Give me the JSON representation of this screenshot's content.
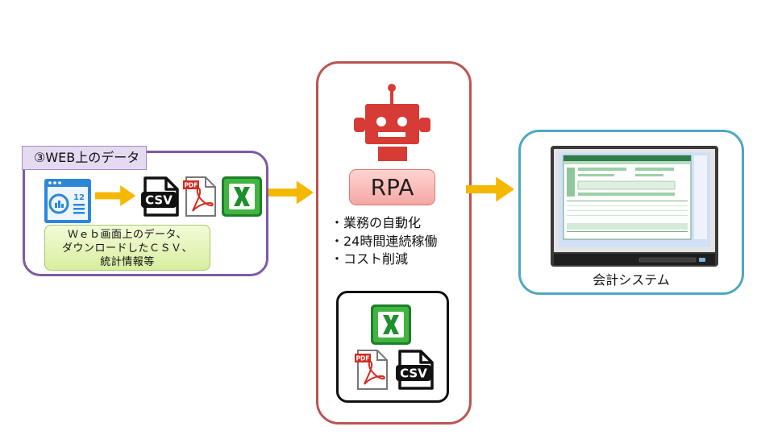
{
  "web_section": {
    "title": "③WEB上のデータ",
    "note": "Ｗｅｂ画面上のデータ、\nダウンロードしたＣＳＶ、\n統計情報等"
  },
  "rpa_section": {
    "label": "RPA",
    "features": [
      "・業務の自動化",
      "・24時間連続稼働",
      "・コスト削減"
    ]
  },
  "accounting_section": {
    "label": "会計システム"
  },
  "file_icons": {
    "csv": "CSV",
    "pdf": "PDF"
  },
  "colors": {
    "web_border": "#7e5aa4",
    "rpa_border": "#bb5552",
    "accounting_border": "#4fa7c2",
    "arrow": "#f5b800",
    "robot": "#d63b35",
    "excel_green": "#1f8f2e"
  }
}
